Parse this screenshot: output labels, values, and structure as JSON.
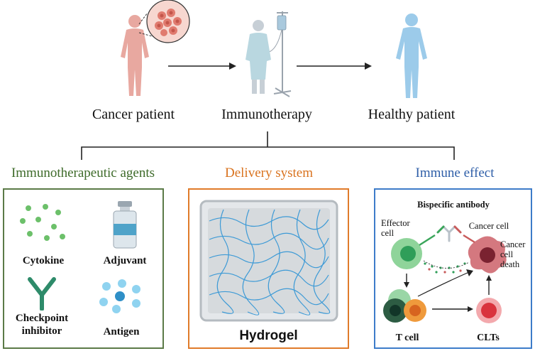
{
  "stages": [
    {
      "label": "Cancer patient"
    },
    {
      "label": "Immunotherapy"
    },
    {
      "label": "Healthy patient"
    }
  ],
  "sections": {
    "agents": {
      "title": "Immunotherapeutic agents",
      "color": "#3e6b2a",
      "items": {
        "cytokine": "Cytokine",
        "adjuvant": "Adjuvant",
        "checkpoint": "Checkpoint\ninhibitor",
        "antigen": "Antigen"
      }
    },
    "delivery": {
      "title": "Delivery system",
      "color": "#d9731f",
      "item": "Hydrogel"
    },
    "effect": {
      "title": "Immune effect",
      "color": "#2f5fa8",
      "labels": {
        "bispecific": "Bispecific antibody",
        "effector": "Effector\ncell",
        "cancer_cell": "Cancer cell",
        "cancer_death": "Cancer\ncell\ndeath",
        "t_cell": "T cell",
        "clts": "CLTs"
      }
    }
  },
  "colors": {
    "patient_sick": "#e8a8a0",
    "patient_healthy": "#9ccbea",
    "gown": "#b9d7e0",
    "arrow": "#222222"
  }
}
